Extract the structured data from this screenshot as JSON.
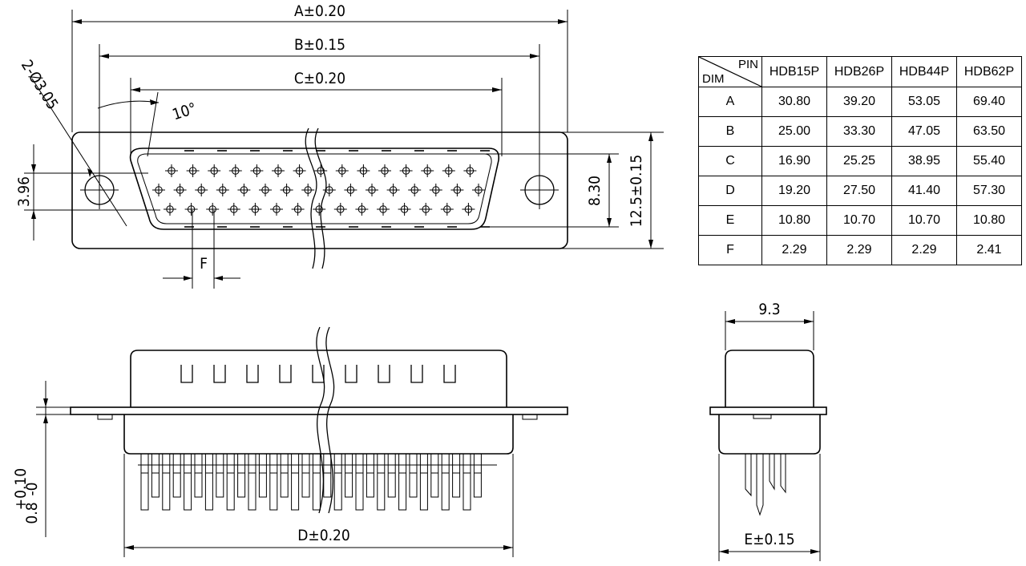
{
  "labels": {
    "A": "A±0.20",
    "B": "B±0.15",
    "C": "C±0.20",
    "D": "D±0.20",
    "E": "E±0.15",
    "F": "F",
    "hole": "2-Ø3.05",
    "angle": "10°",
    "d396": "3.96",
    "d830": "8.30",
    "d125": "12.5±0.15",
    "d93": "9.3",
    "d08": "0.8",
    "d08tol_plus": "+0.10",
    "d08tol_minus": "-0"
  },
  "table": {
    "corner_pin": "PIN",
    "corner_dim": "DIM",
    "columns": [
      "HDB15P",
      "HDB26P",
      "HDB44P",
      "HDB62P"
    ],
    "rows": [
      {
        "dim": "A",
        "values": [
          "30.80",
          "39.20",
          "53.05",
          "69.40"
        ]
      },
      {
        "dim": "B",
        "values": [
          "25.00",
          "33.30",
          "47.05",
          "63.50"
        ]
      },
      {
        "dim": "C",
        "values": [
          "16.90",
          "25.25",
          "38.95",
          "55.40"
        ]
      },
      {
        "dim": "D",
        "values": [
          "19.20",
          "27.50",
          "41.40",
          "57.30"
        ]
      },
      {
        "dim": "E",
        "values": [
          "10.80",
          "10.70",
          "10.70",
          "10.80"
        ]
      },
      {
        "dim": "F",
        "values": [
          "2.29",
          "2.29",
          "2.29",
          "2.41"
        ]
      }
    ]
  }
}
